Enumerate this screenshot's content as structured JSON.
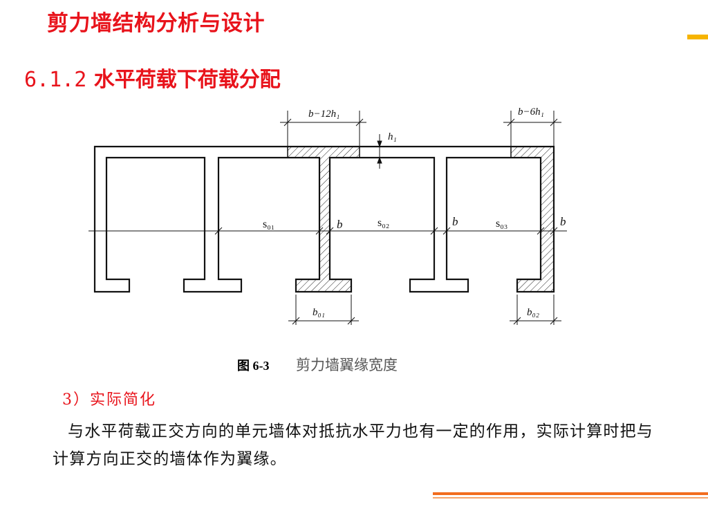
{
  "slide": {
    "title": "剪力墙结构分析与设计",
    "section_number": "6.1.2",
    "section_title": "水平荷载下荷载分配"
  },
  "figure": {
    "dim_top_left": "b−12h₁",
    "dim_top_right": "b−6h₁",
    "dim_h1": "h₁",
    "span_s01": "s₀₁",
    "span_s02": "s₀₂",
    "span_s03": "s₀₃",
    "wall_b": "b",
    "dim_b01": "b₀₁",
    "dim_b02": "b₀₂",
    "caption_label": "图 6-3",
    "caption_text": "剪力墙翼缘宽度"
  },
  "content": {
    "subheading": "3）实际简化",
    "paragraph": "与水平荷载正交方向的单元墙体对抵抗水平力也有一定的作用，实际计算时把与计算方向正交的墙体作为翼缘。"
  },
  "colors": {
    "title_red": "#e8131b",
    "accent_orange": "#f26d1e",
    "corner_yellow": "#f6b400"
  }
}
